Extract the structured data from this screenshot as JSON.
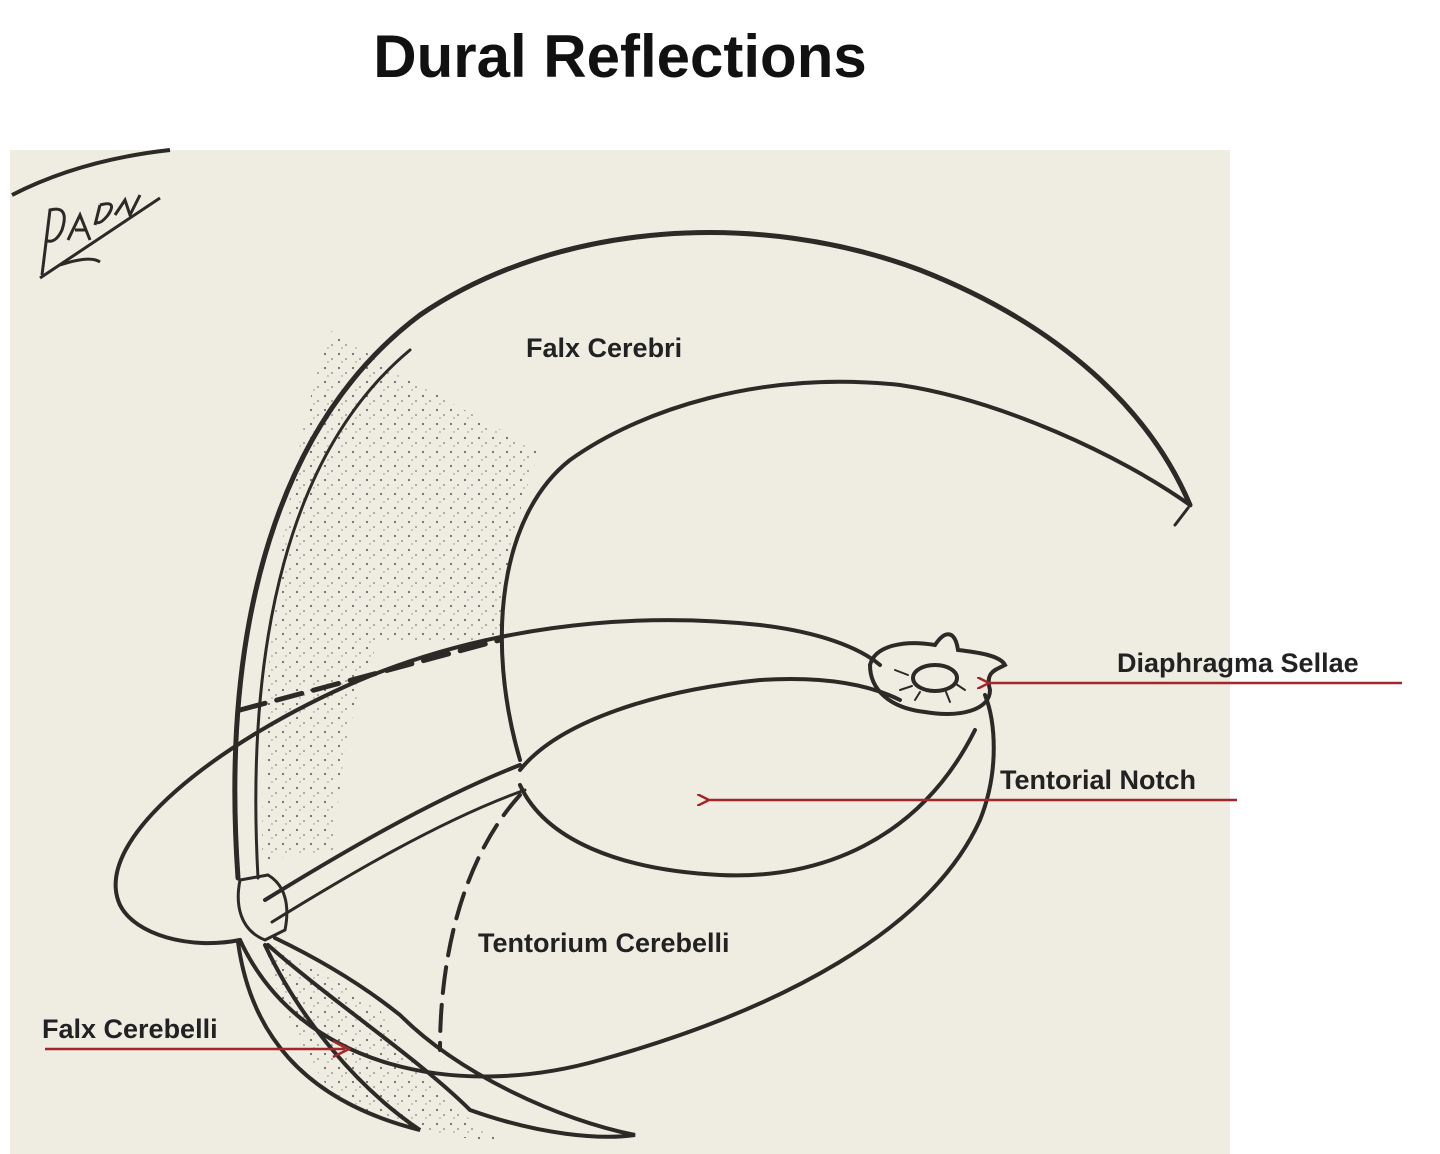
{
  "title": "Dural Reflections",
  "labels": {
    "falx_cerebri": "Falx Cerebri",
    "diaphragma_sellae": "Diaphragma Sellae",
    "tentorial_notch": "Tentorial Notch",
    "tentorium_cerebelli": "Tentorium Cerebelli",
    "falx_cerebelli": "Falx Cerebelli"
  },
  "colors": {
    "paper": "#efece2",
    "ink": "#2b2a26",
    "arrow": "#a3262a"
  }
}
